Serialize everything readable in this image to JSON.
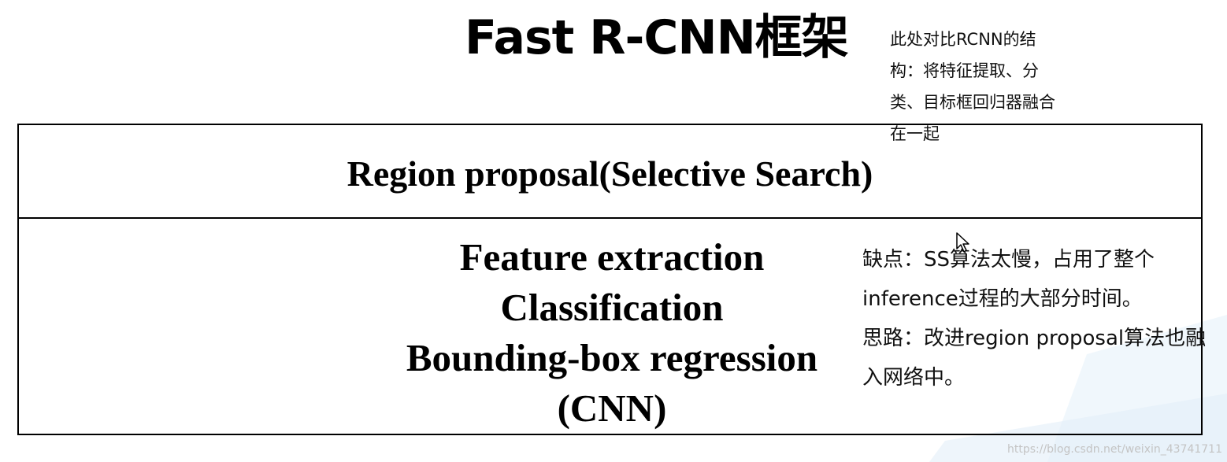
{
  "title": "Fast R-CNN框架",
  "note_top": "此处对比RCNN的结构：将特征提取、分类、目标框回归器融合在一起",
  "diagram": {
    "region_box_label": "Region proposal(Selective Search)",
    "stage_box_lines": [
      "Feature extraction",
      "Classification",
      "Bounding-box regression",
      "(CNN)"
    ]
  },
  "note_right": {
    "drawback": "缺点：SS算法太慢，占用了整个inference过程的大部分时间。",
    "idea": "思路：改进region proposal算法也融入网络中。"
  },
  "watermark": "https://blog.csdn.net/weixin_43741711",
  "icons": [
    "mouse-cursor-icon"
  ]
}
